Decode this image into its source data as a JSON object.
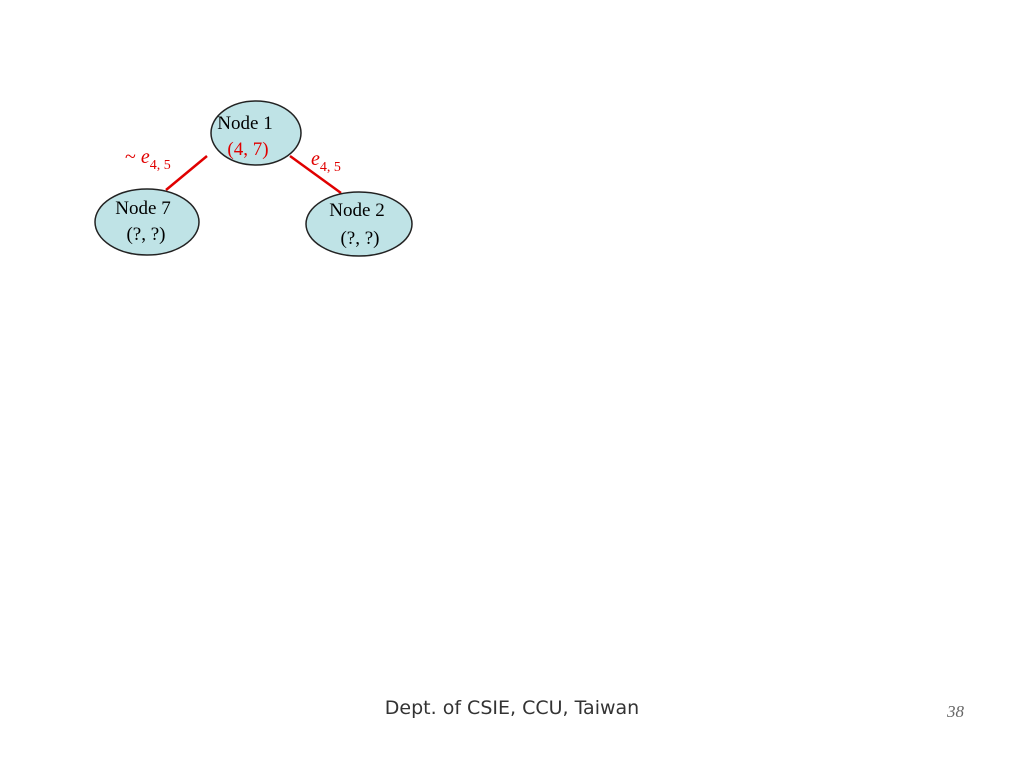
{
  "colors": {
    "node_fill": "#bfe3e6",
    "node_stroke": "#222222",
    "edge": "#e00000",
    "accent_text": "#e00000",
    "text": "#000000",
    "footer_text": "#333333"
  },
  "nodes": {
    "root": {
      "name": "Node 1",
      "value": "(4, 7)"
    },
    "left": {
      "name": "Node 7",
      "value": "(?, ?)"
    },
    "right": {
      "name": "Node 2",
      "value": "(?, ?)"
    }
  },
  "edges": {
    "left": {
      "prefix": "~ ",
      "symbol": "e",
      "subscript": "4, 5"
    },
    "right": {
      "symbol": "e",
      "subscript": "4, 5"
    }
  },
  "footer": {
    "department": "Dept. of CSIE, CCU, Taiwan",
    "page_number": "38"
  }
}
